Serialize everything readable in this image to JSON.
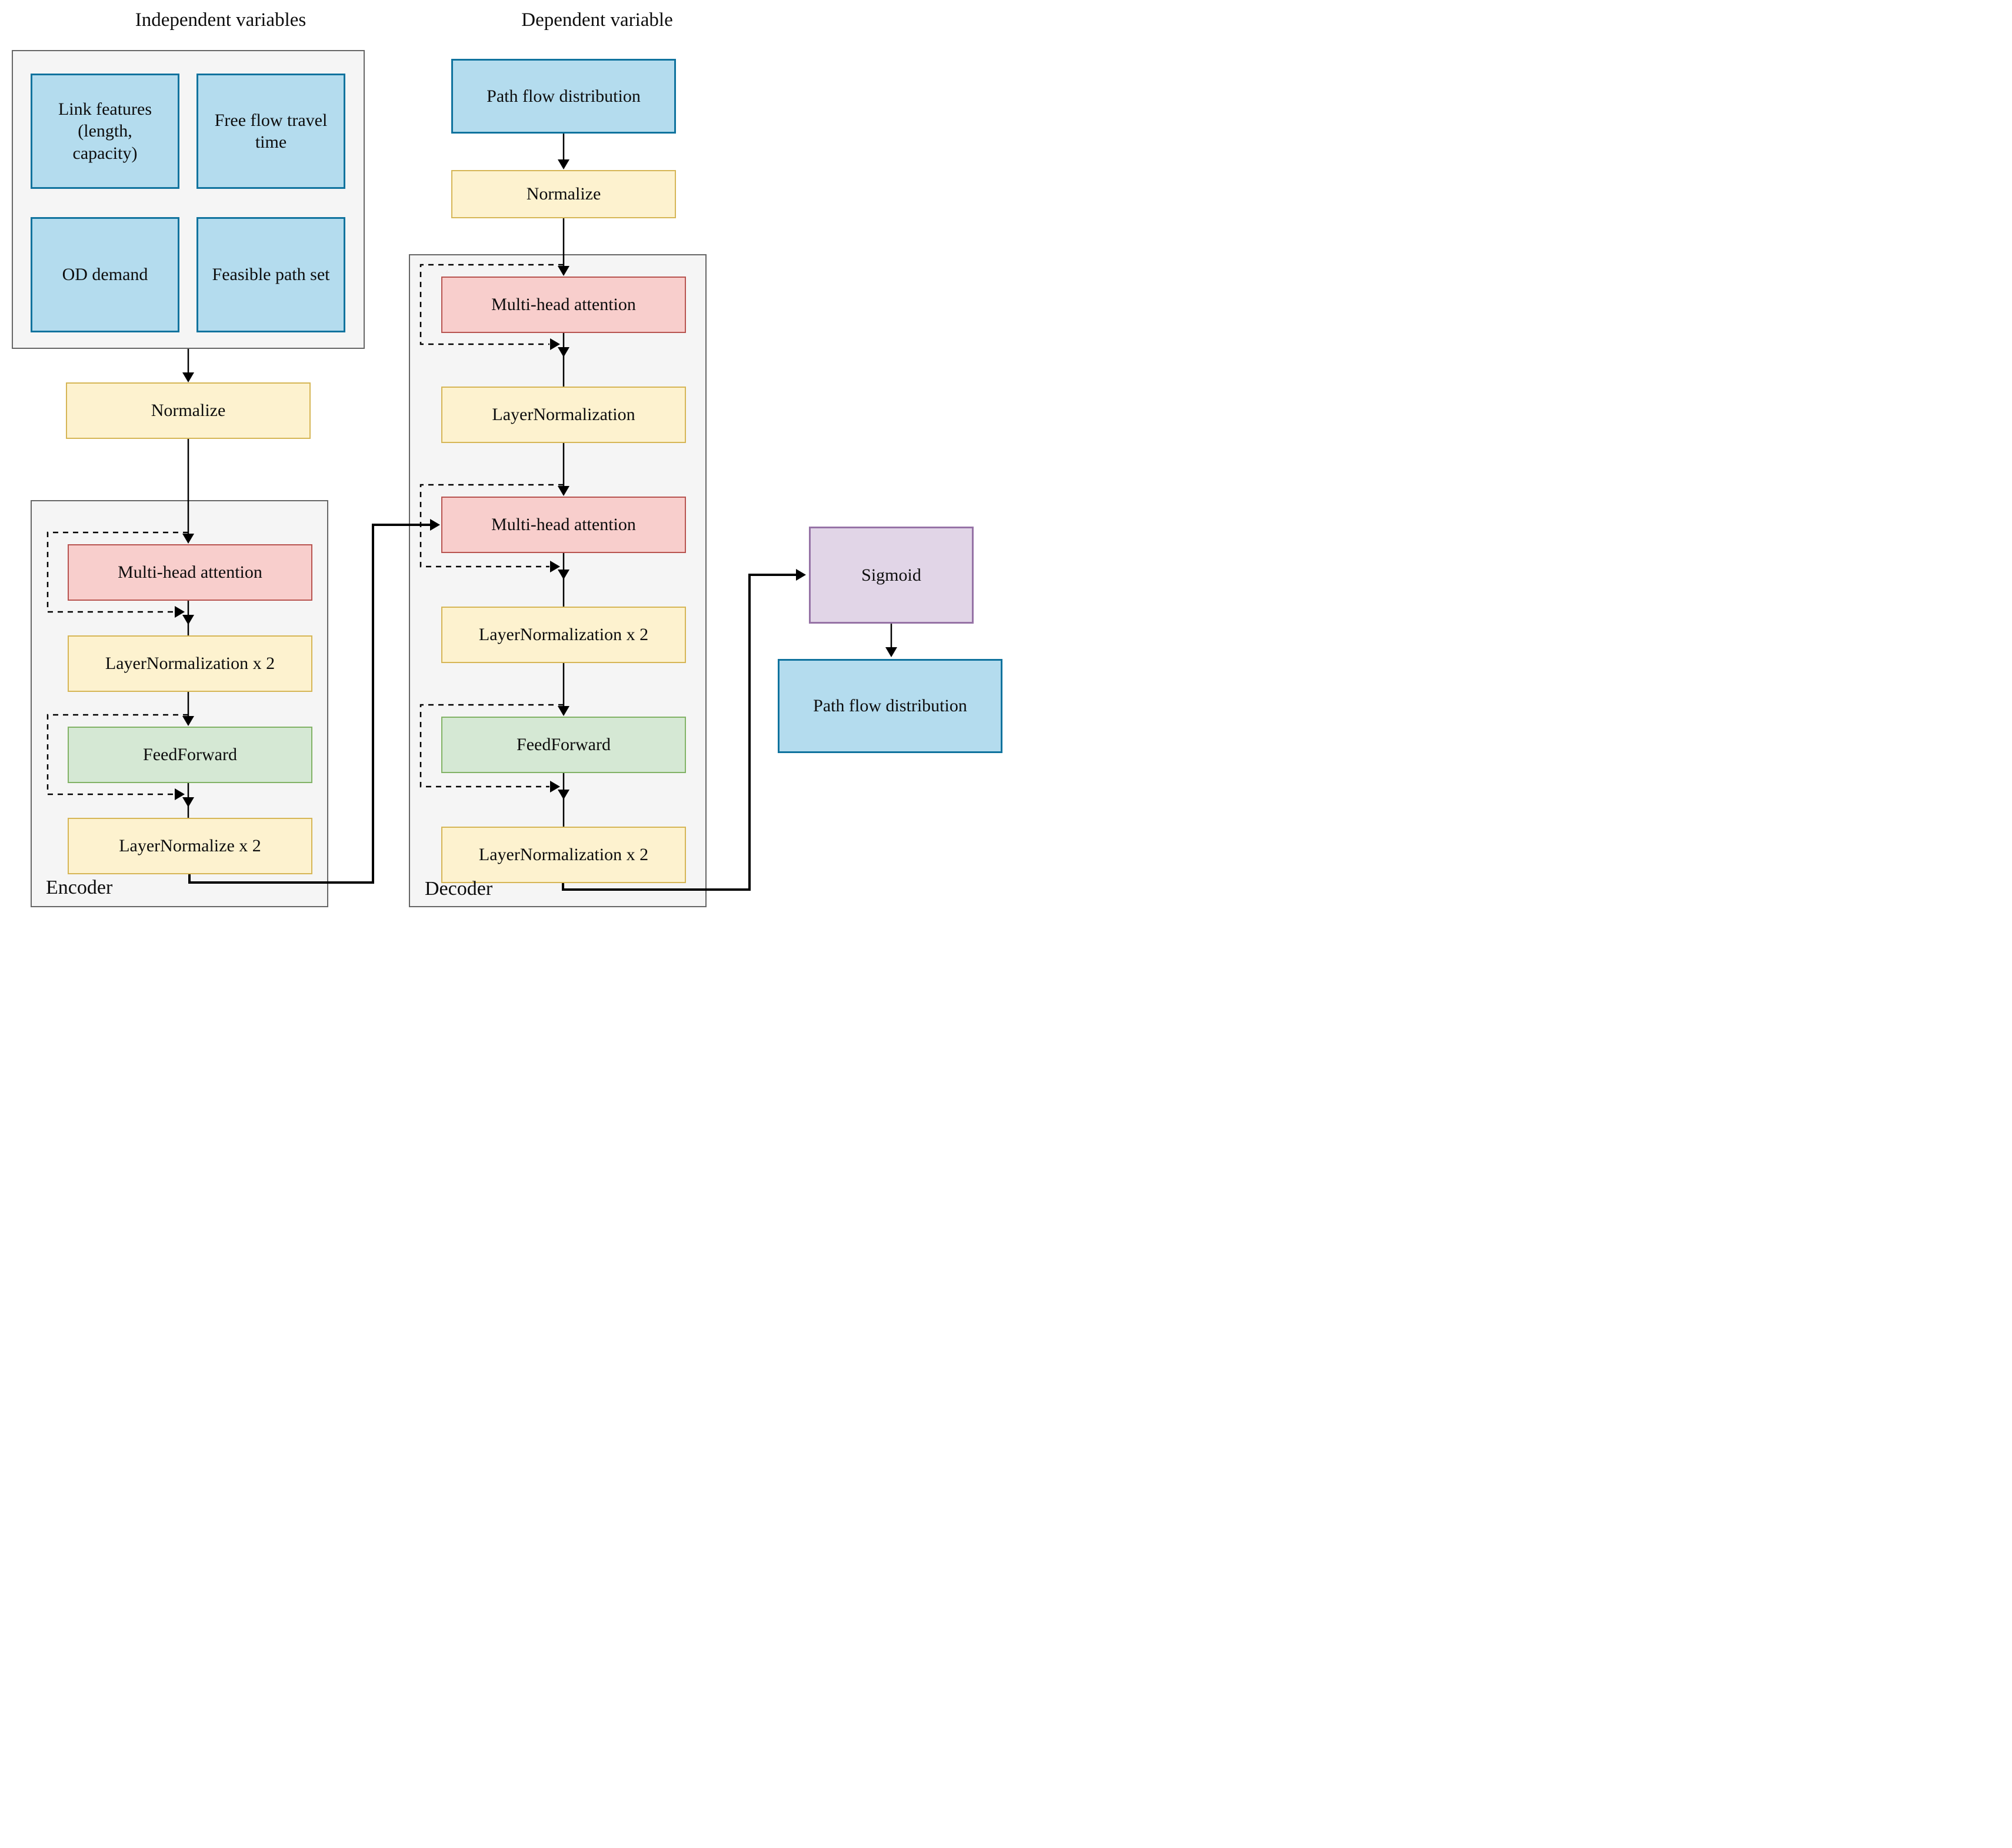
{
  "titles": {
    "independent": "Independent variables",
    "dependent": "Dependent variable"
  },
  "independent_variables": {
    "items": [
      "Link features (length, capacity)",
      "Free flow travel time",
      "OD demand",
      "Feasible path set"
    ]
  },
  "pipeline_left": {
    "normalize": "Normalize"
  },
  "encoder": {
    "label": "Encoder",
    "blocks": [
      "Multi-head attention",
      "LayerNormalization x 2",
      "FeedForward",
      "LayerNormalize x 2"
    ]
  },
  "pipeline_dependent": {
    "input": "Path flow distribution",
    "normalize": "Normalize"
  },
  "decoder": {
    "label": "Decoder",
    "blocks": [
      "Multi-head attention",
      "LayerNormalization",
      "Multi-head attention",
      "LayerNormalization x 2",
      "FeedForward",
      "LayerNormalization x 2"
    ]
  },
  "output": {
    "sigmoid": "Sigmoid",
    "result": "Path flow distribution"
  },
  "colors": {
    "blue_fill": "#b4dcee",
    "blue_border": "#10739e",
    "yellow_fill": "#fdf2cf",
    "yellow_border": "#d6b656",
    "red_fill": "#f8cecc",
    "red_border": "#b85450",
    "green_fill": "#d5e8d4",
    "green_border": "#82b366",
    "purple_fill": "#e1d5e7",
    "purple_border": "#9673a6",
    "container_fill": "#f5f5f5",
    "container_border": "#666666",
    "line": "#000000"
  }
}
